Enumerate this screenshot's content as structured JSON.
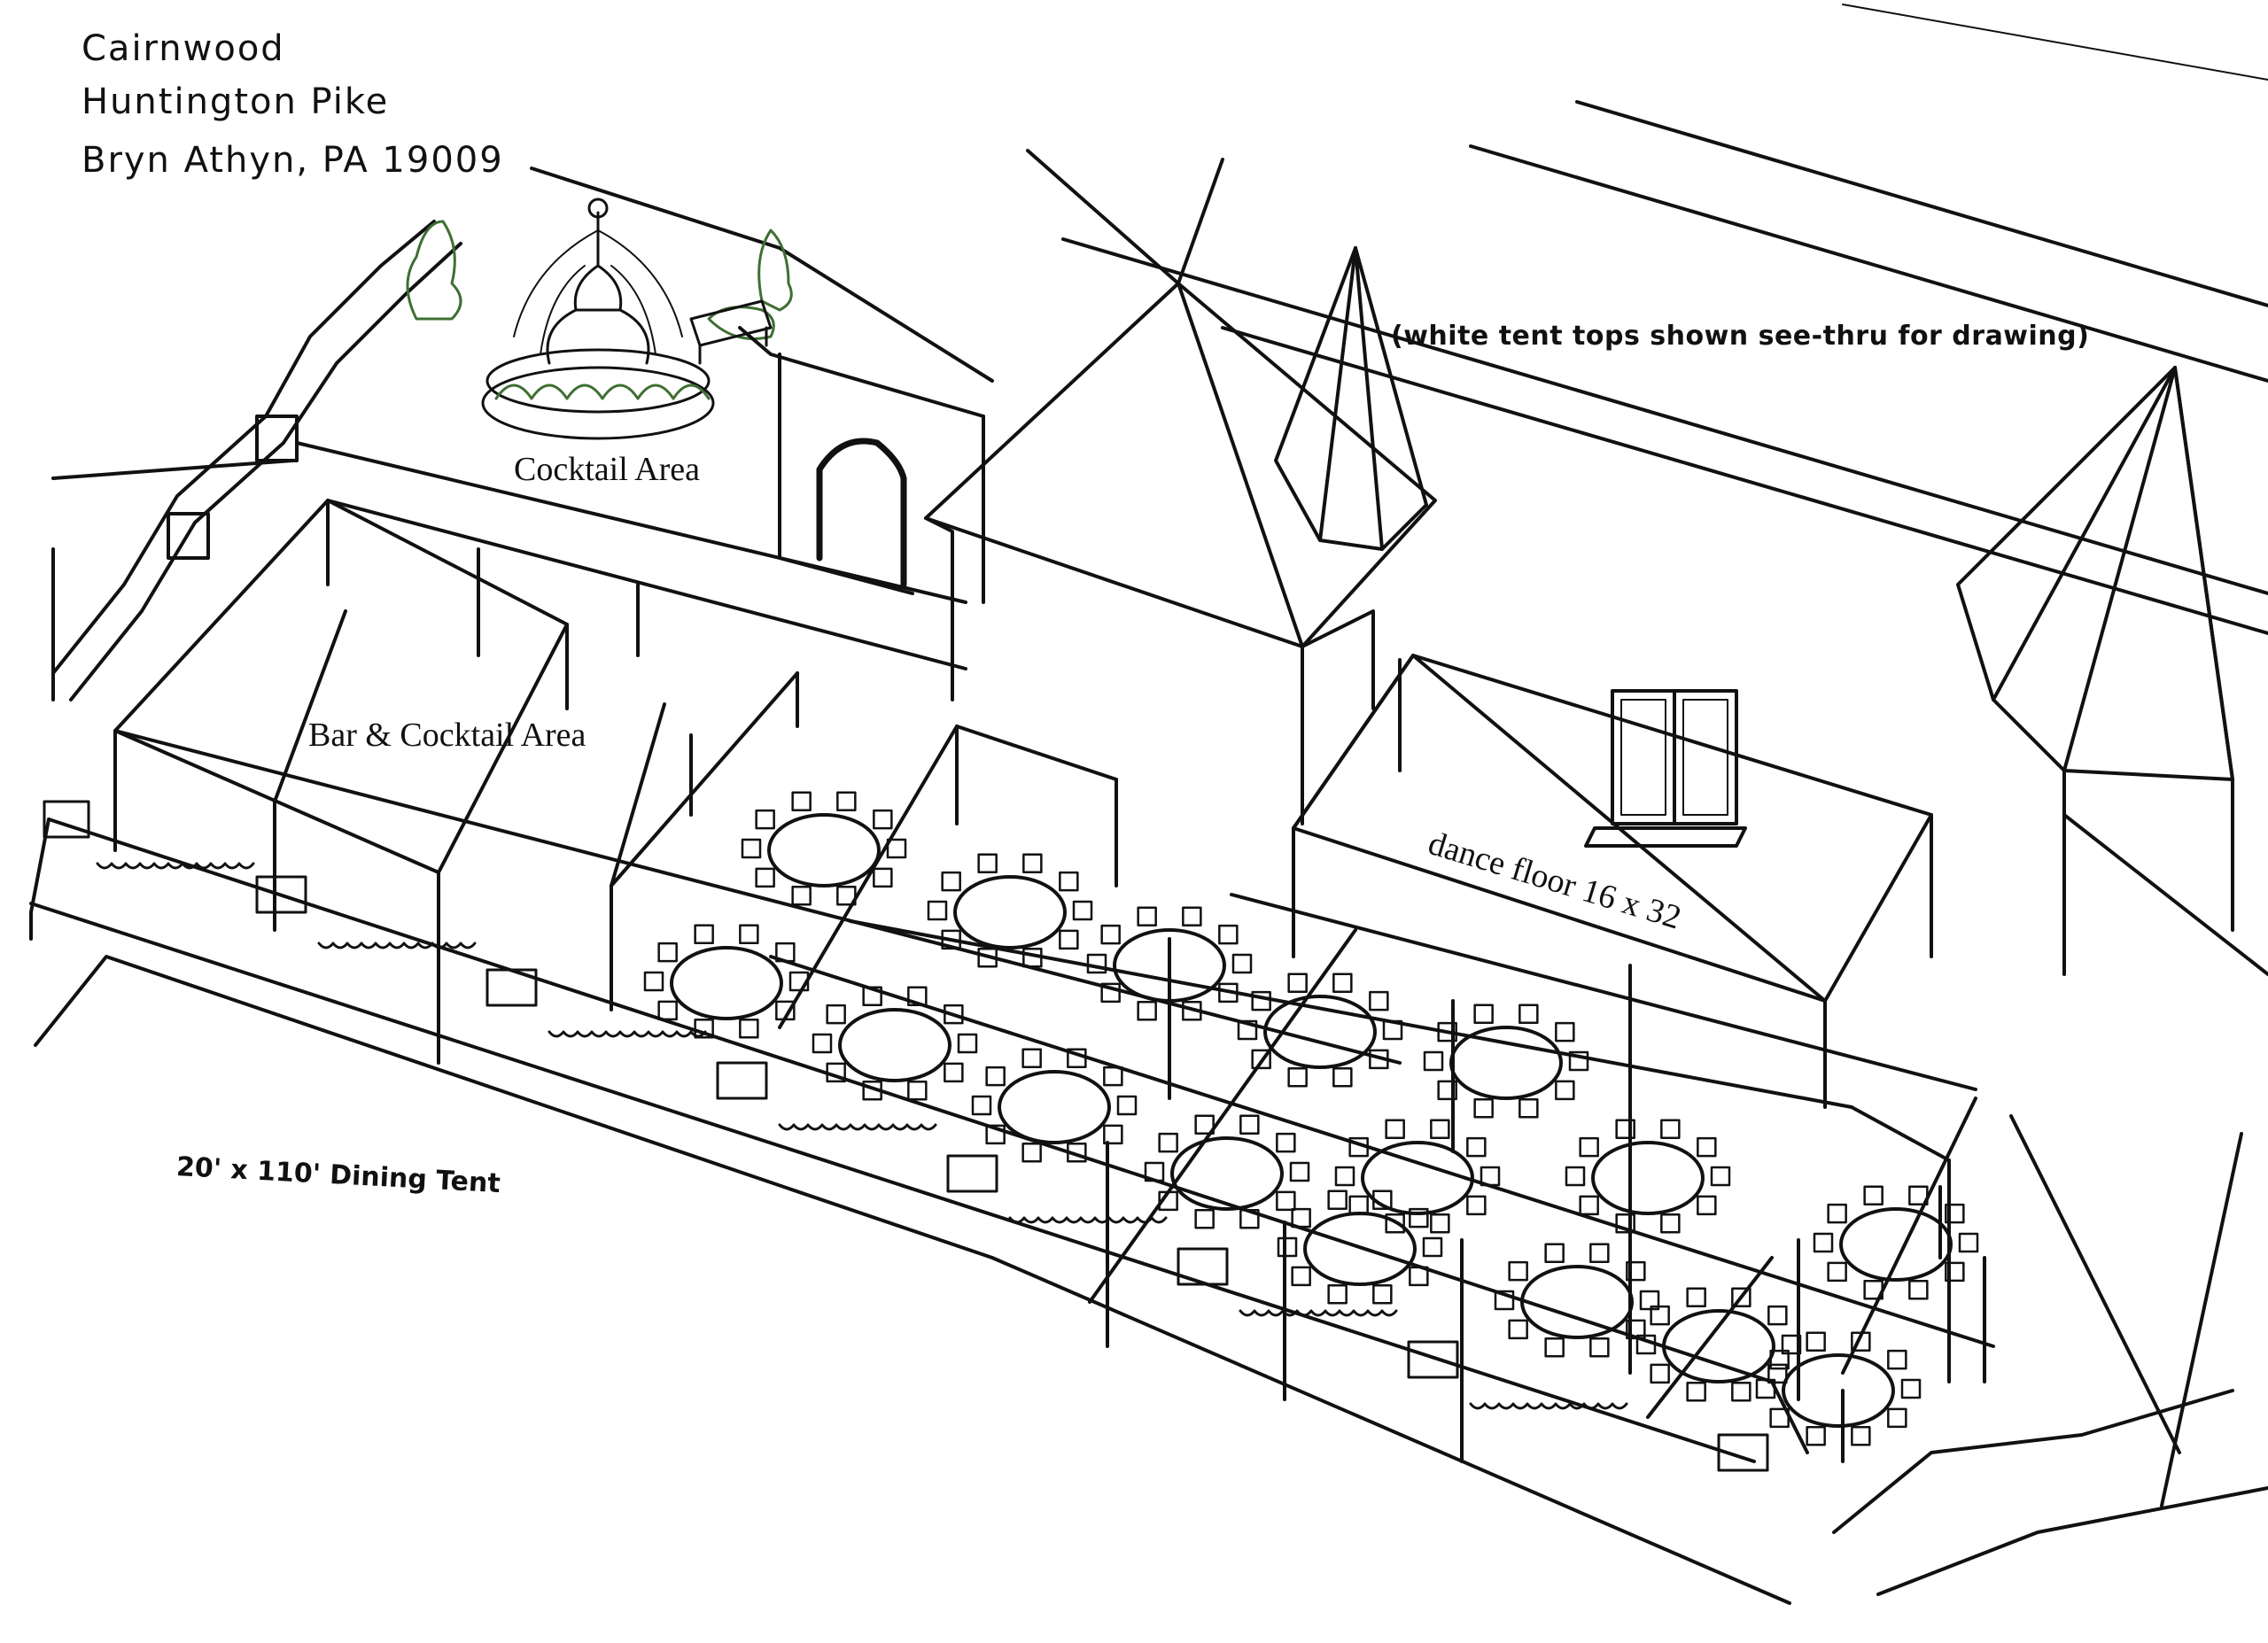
{
  "address": {
    "line1": "Cairnwood",
    "line2": "Huntington Pike",
    "line3": "Bryn Athyn, PA 19009"
  },
  "notes": {
    "tent_tops": "(white tent tops shown see-thru for drawing)"
  },
  "areas": {
    "cocktail": "Cocktail Area",
    "bar_cocktail": "Bar & Cocktail Area",
    "dance_floor": "dance floor 16 x 32",
    "dining_tent": "20' x 110' Dining Tent"
  },
  "tables": {
    "count": 16,
    "chairs_per_table": 10
  },
  "colors": {
    "ink": "#111111",
    "paper": "#ffffff",
    "foliage": "#3f6f33"
  }
}
